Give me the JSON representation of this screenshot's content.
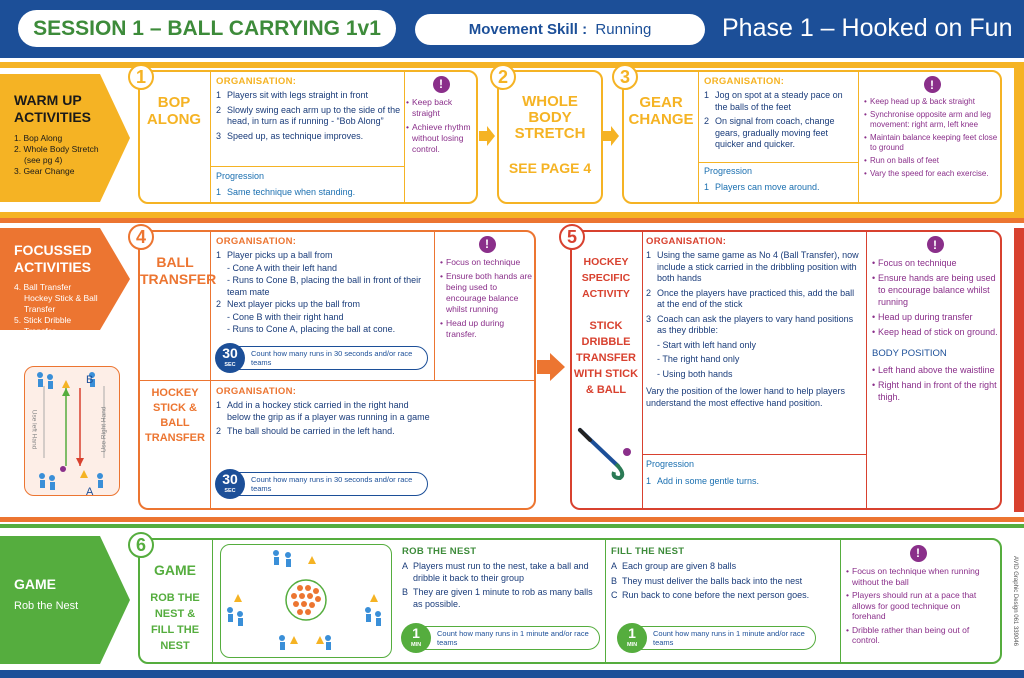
{
  "header": {
    "session": "SESSION 1 – BALL CARRYING 1v1",
    "movement_label": "Movement Skill :",
    "movement_value": "Running",
    "phase": "Phase 1 – Hooked on Fun"
  },
  "colors": {
    "navy": "#1c4f98",
    "gold": "#f5b324",
    "orange": "#ec7531",
    "red": "#d8412f",
    "green": "#55ad3e",
    "purple": "#8a2f8a",
    "pitch": "#fdeee7"
  },
  "warmup": {
    "title": "WARM UP ACTIVITIES",
    "items": [
      "1. Bop Along",
      "2. Whole Body Stretch",
      "(see pg 4)",
      "3. Gear Change"
    ]
  },
  "focussed": {
    "title": "FOCUSSED ACTIVITIES",
    "items": [
      "4. Ball Transfer",
      "Hockey Stick & Ball",
      "Transfer",
      "5. Stick Dribble",
      "Transfer"
    ]
  },
  "game": {
    "title": "GAME",
    "sub": "Rob the Nest"
  },
  "a1": {
    "num": "1",
    "title": "BOP ALONG",
    "org": "ORGANISATION:",
    "steps": [
      {
        "n": "1",
        "t": "Players sit with legs straight in front"
      },
      {
        "n": "2",
        "t": "Slowly swing each arm up to the side of the head, in turn as if running - “Bob Along”"
      },
      {
        "n": "3",
        "t": "Speed up, as technique improves."
      }
    ],
    "prog": "Progression",
    "prog_items": [
      {
        "n": "1",
        "t": "Same technique when standing."
      }
    ],
    "tips": [
      "Keep back straight",
      "Achieve rhythm without losing control."
    ]
  },
  "a2": {
    "num": "2",
    "title": "WHOLE BODY STRETCH",
    "see": "SEE PAGE 4"
  },
  "a3": {
    "num": "3",
    "title": "GEAR CHANGE",
    "org": "ORGANISATION:",
    "steps": [
      {
        "n": "1",
        "t": "Jog on spot at a steady pace on the balls of the feet"
      },
      {
        "n": "2",
        "t": "On signal from coach, change gears, gradually moving feet quicker and quicker."
      }
    ],
    "prog": "Progression",
    "prog_items": [
      {
        "n": "1",
        "t": "Players can move around."
      }
    ],
    "tips": [
      "Keep head up & back straight",
      "Synchronise opposite arm and leg movement: right arm, left knee",
      "Maintain balance keeping feet close to ground",
      "Run on balls of feet",
      "Vary the speed for each exercise."
    ]
  },
  "a4": {
    "num": "4",
    "title": "BALL TRANSFER",
    "org": "ORGANISATION:",
    "steps": [
      {
        "n": "1",
        "t": "Player picks up a ball from"
      },
      {
        "n": "",
        "t": "- Cone A with their left hand"
      },
      {
        "n": "",
        "t": "- Runs to Cone B, placing the ball in front of their team mate"
      },
      {
        "n": "2",
        "t": "Next player picks up the ball from"
      },
      {
        "n": "",
        "t": "- Cone B with their right hand"
      },
      {
        "n": "",
        "t": "- Runs to Cone A, placing the ball at cone."
      }
    ],
    "timer": {
      "val": "30",
      "unit": "SEC",
      "desc": "Count how many runs in 30 seconds and/or race teams"
    },
    "tips": [
      "Focus on technique",
      "Ensure both hands are being used to encourage balance whilst running",
      "Head up during transfer."
    ]
  },
  "a4b": {
    "title": "HOCKEY STICK & BALL TRANSFER",
    "org": "ORGANISATION:",
    "steps": [
      {
        "n": "1",
        "t": "Add in a hockey stick carried in the right hand below the grip as if a player was running in a game"
      },
      {
        "n": "2",
        "t": "The ball should be carried in the left hand."
      }
    ],
    "timer": {
      "val": "30",
      "unit": "SEC",
      "desc": "Count how many runs in 30 seconds and/or race teams"
    }
  },
  "diagram": {
    "b": "B",
    "a": "A",
    "left": "Use left Hand",
    "right": "Use Right Hand"
  },
  "a5": {
    "num": "5",
    "title": "HOCKEY SPECIFIC ACTIVITY",
    "title2": "STICK DRIBBLE TRANSFER WITH STICK & BALL",
    "org": "ORGANISATION:",
    "steps": [
      {
        "n": "1",
        "t": "Using the same game as No 4 (Ball Transfer), now include a stick carried in the dribbling position with both hands"
      },
      {
        "n": "2",
        "t": "Once the players have practiced this, add the ball at the end of the stick"
      },
      {
        "n": "3",
        "t": "Coach can ask the players to vary hand positions as they dribble:"
      },
      {
        "n": "",
        "t": "- Start with left hand only"
      },
      {
        "n": "",
        "t": "- The right hand only"
      },
      {
        "n": "",
        "t": "- Using both hands"
      }
    ],
    "extra": "Vary the position of the lower hand to help players understand the most effective hand position.",
    "prog": "Progression",
    "prog_items": [
      {
        "n": "1",
        "t": "Add in some gentle turns."
      }
    ],
    "tips": [
      "Focus on technique",
      "Ensure hands are being used to encourage balance whilst running",
      "Head up during transfer",
      "Keep head of stick on ground."
    ],
    "body_title": "BODY POSITION",
    "body": [
      "Left hand above the waistline",
      "Right hand in front of the right thigh."
    ]
  },
  "a6": {
    "num": "6",
    "title": "GAME",
    "title2": "ROB THE NEST & FILL THE NEST",
    "rob_title": "ROB THE NEST",
    "rob": [
      {
        "n": "A",
        "t": "Players must run to the nest, take a ball and dribble it back to their group"
      },
      {
        "n": "B",
        "t": "They are given 1 minute to rob as many balls as possible."
      }
    ],
    "fill_title": "FILL THE NEST",
    "fill": [
      {
        "n": "A",
        "t": "Each group are given 8 balls"
      },
      {
        "n": "B",
        "t": "They must deliver the balls back into the nest"
      },
      {
        "n": "C",
        "t": "Run back to cone before the next person goes."
      }
    ],
    "timer": {
      "val": "1",
      "unit": "MIN",
      "desc": "Count how many runs in 1 minute and/or race teams"
    },
    "tips": [
      "Focus on technique when running without the ball",
      "Players should run at a pace that allows for good technique on forehand",
      "Dribble rather than being out of control."
    ]
  },
  "credit": "AVID Graphic Design 061 339046"
}
